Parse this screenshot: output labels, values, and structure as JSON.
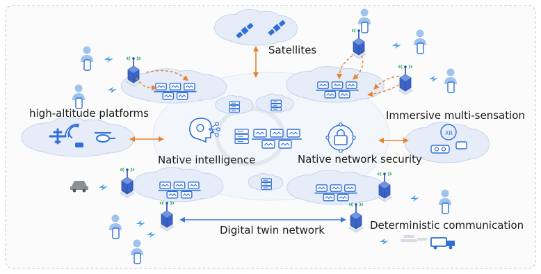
{
  "labels": {
    "satellites": "Satellites",
    "high_altitude": "high-altitude platforms",
    "immersive": "Immersive multi-sensation",
    "native_intelligence": "Native intelligence",
    "native_security": "Native network security",
    "digital_twin": "Digital twin network",
    "deterministic": "Deterministic communication",
    "xr": "XR"
  },
  "colors": {
    "cloud_fill": "#e6edf9",
    "cloud_stroke": "#c6d4ee",
    "icon_blue": "#2f6fd6",
    "arrow_orange": "#e8822e",
    "arrow_blue": "#3a78d8",
    "user_blue": "#9ec4ee",
    "text": "#1c1c1c",
    "frame": "#bfc7d3"
  },
  "icons": [
    "satellite-icon",
    "user-icon",
    "phone-icon",
    "base-station-icon",
    "server-rack-icon",
    "network-switch-icon",
    "ai-head-icon",
    "lock-icon",
    "airplane-icon",
    "helicopter-icon",
    "drone-icon",
    "car-icon",
    "truck-icon",
    "vr-headset-icon",
    "lightning-icon"
  ]
}
